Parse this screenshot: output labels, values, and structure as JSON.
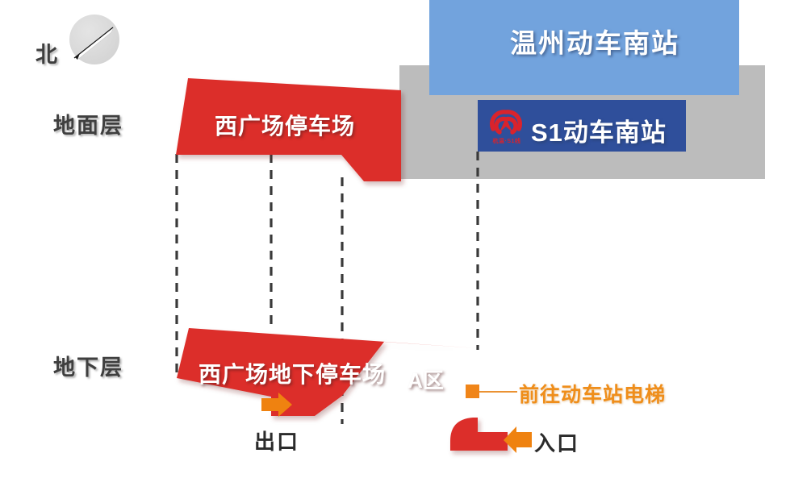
{
  "diagram": {
    "title_alt": "温州动车南站西广场停车场示意图",
    "compass": {
      "label": "北",
      "icon": "compass-needle-icon",
      "needle_direction": "up-right"
    },
    "levels": [
      {
        "id": "ground",
        "label": "地面层"
      },
      {
        "id": "underground",
        "label": "地下层"
      }
    ],
    "ground_level": {
      "parking_label": "西广场停车场",
      "fill_color": "#dc2f2b"
    },
    "underground_level": {
      "parking_label": "西广场地下停车场",
      "zone_label": "A区",
      "fill_color": "#dc2f2b"
    },
    "station": {
      "building_block_color": "#bcbcbc",
      "main_sign": {
        "text": "温州动车南站",
        "bg_color": "#72a3dd",
        "text_color": "#ffffff"
      },
      "metro_sign": {
        "text": "S1动车南站",
        "bg_color": "#2f4f9b",
        "text_color": "#ffffff",
        "logo_name": "s1-line-logo-icon",
        "logo_color": "#d9232c",
        "logo_subtext": "杭温·S1线"
      }
    },
    "markers": {
      "exit": {
        "label": "出口",
        "arrow": "arrow-right-icon",
        "arrow_color": "#ef8210"
      },
      "entrance": {
        "label": "入口",
        "arrow": "arrow-left-icon",
        "arrow_color": "#ef8210"
      },
      "elevator": {
        "label": "前往动车站电梯",
        "marker_icon": "orange-square-marker-icon",
        "color": "#f08519"
      }
    },
    "guides": {
      "name": "vertical-dashed-guide-lines",
      "count": 4,
      "color": "#3a3a3a",
      "style": "dashed"
    }
  }
}
